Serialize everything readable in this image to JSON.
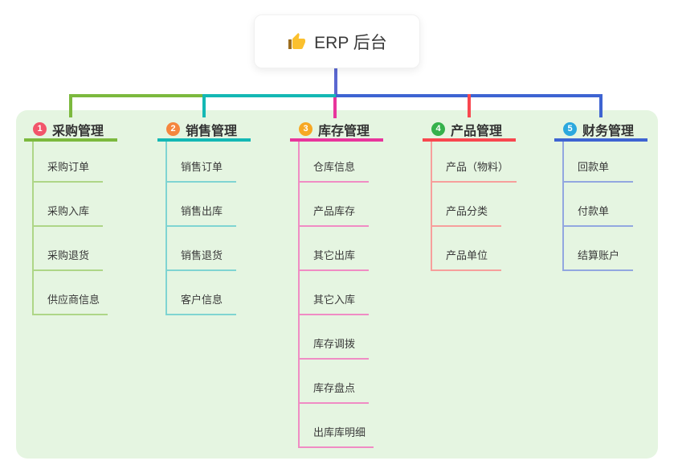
{
  "root": {
    "icon": "thumbs-up-icon",
    "label": "ERP 后台"
  },
  "colors": {
    "trunk": "#5b68d1",
    "panel_bg": "#e5f5e1",
    "canvas_bg": "#ffffff",
    "text": "#3d3d3d"
  },
  "branches": [
    {
      "badge": "1",
      "label": "采购管理",
      "color": "#7cb93e",
      "light_color": "#aed687",
      "badge_color": "#f2556a",
      "children": [
        "采购订单",
        "采购入库",
        "采购退货",
        "供应商信息"
      ]
    },
    {
      "badge": "2",
      "label": "销售管理",
      "color": "#14b8b4",
      "light_color": "#7fd4d2",
      "badge_color": "#f5863e",
      "children": [
        "销售订单",
        "销售出库",
        "销售退货",
        "客户信息"
      ]
    },
    {
      "badge": "3",
      "label": "库存管理",
      "color": "#e8359c",
      "light_color": "#f08cc4",
      "badge_color": "#f7a823",
      "children": [
        "仓库信息",
        "产品库存",
        "其它出库",
        "其它入库",
        "库存调拨",
        "库存盘点",
        "出库库明细"
      ]
    },
    {
      "badge": "4",
      "label": "产品管理",
      "color": "#f8474f",
      "light_color": "#f79f9c",
      "badge_color": "#35b14b",
      "children": [
        "产品（物料）",
        "产品分类",
        "产品单位"
      ]
    },
    {
      "badge": "5",
      "label": "财务管理",
      "color": "#3e64d2",
      "light_color": "#92a7e0",
      "badge_color": "#2ba8de",
      "children": [
        "回款单",
        "付款单",
        "结算账户"
      ]
    }
  ]
}
